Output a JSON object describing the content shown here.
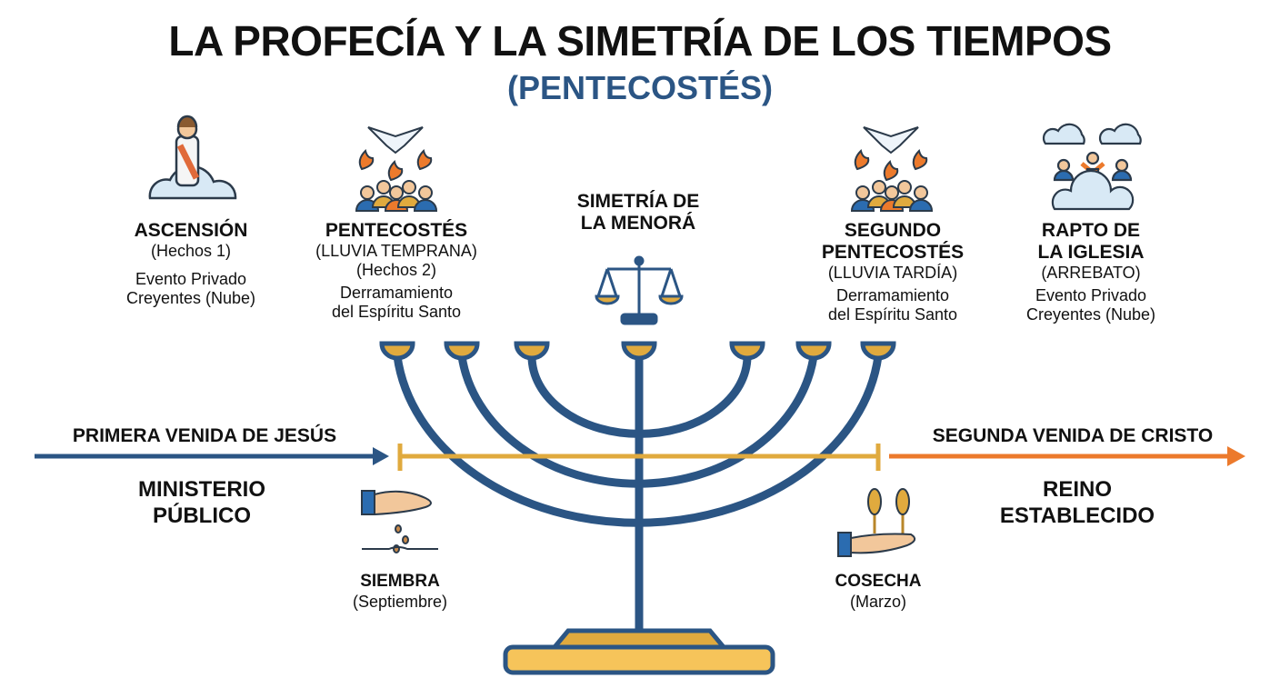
{
  "title": "LA PROFECÍA Y LA SIMETRÍA DE LOS TIEMPOS",
  "subtitle": "(PENTECOSTÉS)",
  "colors": {
    "navy": "#2b5584",
    "gold": "#e0aa3e",
    "orange": "#ec7a2c",
    "cloud": "#d8e9f5"
  },
  "events": [
    {
      "heading": [
        "ASCENSIÓN"
      ],
      "sub": [
        "(Hechos 1)"
      ],
      "desc": [
        "Evento Privado",
        "Creyentes (Nube)"
      ],
      "icon": "ascension-cloud-icon"
    },
    {
      "heading": [
        "PENTECOSTÉS"
      ],
      "sub": [
        "(LLUVIA TEMPRANA)",
        "(Hechos 2)"
      ],
      "desc": [
        "Derramamiento",
        "del Espíritu Santo"
      ],
      "icon": "dove-fire-people-icon"
    },
    {
      "heading": [
        "SEGUNDO",
        "PENTECOSTÉS"
      ],
      "sub": [
        "(LLUVIA TARDÍA)"
      ],
      "desc": [
        "Derramamiento",
        "del Espíritu Santo"
      ],
      "icon": "dove-fire-people-icon"
    },
    {
      "heading": [
        "RAPTO DE",
        "LA IGLESIA"
      ],
      "sub": [
        "(ARREBATO)"
      ],
      "desc": [
        "Evento Privado",
        "Creyentes (Nube)"
      ],
      "icon": "rapture-clouds-icon"
    }
  ],
  "center": {
    "heading": [
      "SIMETRÍA DE",
      "LA MENORÁ"
    ],
    "icon": "scales-icon"
  },
  "timeline": {
    "left_label": "PRIMERA VENIDA DE JESÚS",
    "left_sub": [
      "MINISTERIO",
      "PÚBLICO"
    ],
    "right_label": "SEGUNDA VENIDA DE CRISTO",
    "right_sub": [
      "REINO",
      "ESTABLECIDO"
    ]
  },
  "seasons": [
    {
      "label": "SIEMBRA",
      "sub": "(Septiembre)",
      "icon": "sowing-hand-icon"
    },
    {
      "label": "COSECHA",
      "sub": "(Marzo)",
      "icon": "harvest-wheat-icon"
    }
  ]
}
